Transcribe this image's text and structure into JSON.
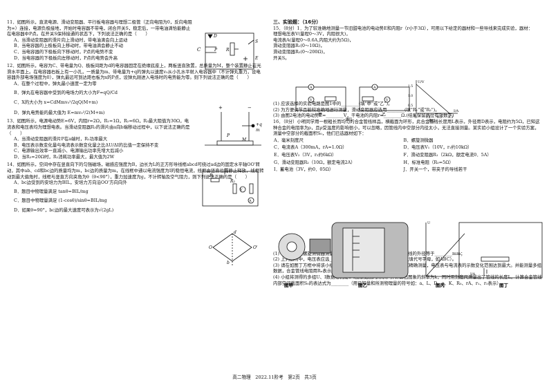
{
  "left": {
    "q11": {
      "stem": "11．如图所示，直流电源、滑动变阻器、平行板电容器与理想二极管（正向电阻为0，反向电阻为∞）连接，电源负极接地，开始时电容器不带电，闭合开关S，稳定后，一带电油滴恰能静止在电容器中P点。在开关S保持接通的状态下，下列说法正确的是（　　）",
      "A": "A．当滑动变阻器的滑片向上滑动时，带电油滴会向上运动",
      "B": "B．当电容器的上极板向上移动时，带电油滴会静止不动",
      "C": "C．当电容器的下极板向下移动时，P点的电势不变",
      "D": "D．当电容器的下极板向左移动时，P点的电势会升高"
    },
    "q12": {
      "stem": "12．如图所示，电容为C、带电量为Q、极板间距为d的电容器固定在绝缘底座上，两板竖直放置，总质量为M，整个装置静止在光滑水平面上。在电容器右板上有一小孔，一质量为m、带电量为+q的弹丸以速度v₀从小孔水平射入电容器中（不计弹丸重力，设电容器外部电场强度为0），弹丸最远可到达距右板为x的P点，设弹丸刚进入电场时的电势能为零。则下列说法正确的是（　　）",
      "A": "A．在整个过程中，弹丸最小速度一定为零",
      "B": "B．弹丸在电容器中受到的电场力的大小为F=qQ/Cd",
      "C": "C．X的大小为 x=CdMmv₀²/2qQ(M+m)",
      "D": "D．弹丸电势能的最大值为 E=mv₀²/2(M+m)"
    },
    "q13": {
      "stem": "13．如图所示，电源电动势E=6V，内阻r=2Ω，R₁=1Ω，R₂=6Ω，R₃最大阻值为30Ω，电流表和电压表均为理想电表。当滑动变阻器R₃的滑片由a向b端移动过程中，以下说法正确的是（　　）",
      "A": "A．当滑动变阻器的滑片P在a端时，R₁功率最大",
      "B": "B．电压表示数变化量与电流表示数变化量之比ΔU/ΔI的比值一定保持不变",
      "C": "C．电源输出效率一直减小、电源输出功率先增大后减小",
      "D": "D．当R₃=20Ω时，R₂消耗功率最大，最大值为2W"
    },
    "q14": {
      "stem": "14．如图所示，空间中存在竖直向下的匀强磁场，磁感应强度为B，边长为L的正方形导线框abcd可绕过ad边的固定水平轴OO'转动，其中ab、cd和bc边的质量均为m，bc边的质量为m，在线框中通以电流强度为I的稳恒电流，线框由竖直位置静止释放，线框转动到最大偏角时，线框与竖直方向夹角为θ（θ<90°），重力加速度为g，不计转轴及空气阻力，则下列说法正确的是（　　）",
      "A": "A．bc边受到的安培力为BIL，安培力方向沿OO'方向向外",
      "B": "B．题目中物理量满足 tanθ=BIL/mg",
      "C": "C．题目中物理量满足 (1-cosθ)/sinθ=BIL/mg",
      "D": "D．如果θ=90°，bc边的最大速度可表示为√(2gL)"
    }
  },
  "right": {
    "section": "三、实验题：（16分）",
    "q15": {
      "stem": "15．（8分）1．为了较准确地测量一节旧甜电池的电动势E和内阻r（r小于3Ω），可用以下给定的器材和一些导线来完成实验，器材：",
      "items": [
        "理想电压表V(量程0～3V，内阻很大)，",
        "电流表A(量程0～0.6A,内阻大约为5Ω)，",
        "滑动变阻器R₁(0～10Ω)，",
        "滑动变阻器R₂(0～200Ω)，",
        "开关S。"
      ],
      "fig1": "图1",
      "fig2": "图2",
      "jia": "甲",
      "yi": "乙",
      "q1": "(1) 应该选择的实验电路是图1中的________(填\"甲\"或\"乙\")。",
      "q2": "(2) 为方便调节且能较准确地进行测量，滑动变阻器应选用________(填\"R₁\"或\"R₂\")。",
      "q3": "(3) 由图2电池的电动势E=________V，干电池的内阻r=________Ω.(结果保留两位有效数字)"
    },
    "graph": {
      "yunit": "U/V",
      "yticks": [
        "1.5",
        "1.0",
        "0.5"
      ],
      "xticks": [
        "0",
        "0.1",
        "0.2",
        "0.3"
      ],
      "xunit": "I/A"
    },
    "q16": {
      "stem": "16．（8分）小明同学用一根粗长而均匀的合金管线样品，横截面为环形，此合金管线长度用L表示，外径用D表示，电阻约为5Ω，已知这种合金的电阻率为ρ，且ρ受温度的影响很小，可以忽略，因管线内中空部分内径太小，无法直接测量。某实验小组设计了一个实验方案，测量中空部分的截面积S₀，他们已选器材如下：",
      "items": [
        [
          "A．毫米刻度尺",
          "B．螺旋测微器"
        ],
        [
          "C．电流表A（300mA，rA=1.0Ω）",
          "D．电压表V₁（10V，r₁约10kΩ）"
        ],
        [
          "E．电压表V₂（3V，r₂约6kΩ）",
          "F．滑动变阻器R₁（2kΩ，额定电流0．5A）"
        ],
        [
          "G．滑动变阻器R₂（10Ω，额定电流2A）",
          "H．标准电阻（R₀=5Ω）"
        ],
        [
          "I．蓄电池（3V，约0．05Ω）",
          "J．开关一个，带夹子的导线若干"
        ]
      ],
      "figs": [
        "图甲",
        "图乙",
        "图丙",
        "图丁"
      ],
      "q1": "(1) 小组同学用螺旋测微器测量该管线的外径D，示数如图乙所示，管线的外径等于________mm；",
      "q2": "(2) 上列器材中，电压表应选________和滑动变阻器应选________（只填代号字母，如ABC）。",
      "q3": "(3) 请在如图丁方框中将该小组设计方案的实验电路图补充完整，要求精确测量，电压表与电流表的示数变化范围达到最大。并能测量多组数据，合金管线电阻用Rₓ表示。",
      "q4": "(4) 小组将测得的多组U、I数据绘制成U-I图象如图丙所示，并计算出图象的斜率为k，同时用刻度尺测量出了管线的长度L。计算合金管线内部空间截面积S₀的表达式为________（用已知量和所测物理量的符号如：a、L、D、ρ、K、R₀、rA、r₁、r₂表示）"
    }
  },
  "footer": "高二物理　2022.11阶考　第2页　共3页"
}
